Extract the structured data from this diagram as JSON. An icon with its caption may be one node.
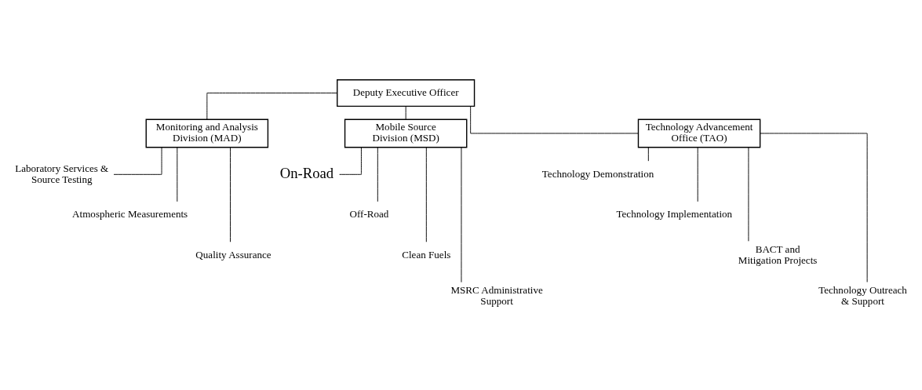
{
  "diagram": {
    "nodes": [
      {
        "text": [
          "Deputy Executive Officer"
        ]
      },
      {
        "text": [
          "Monitoring and Analysis Division (MAD)"
        ]
      },
      {
        "text": [
          "Mobile Source Division (MSD)"
        ]
      },
      {
        "text": [
          "Technology Advancement Office (TAO)"
        ]
      },
      {
        "text": [
          "Laboratory Services & Source Testing"
        ]
      },
      {
        "text": [
          "Atmospheric Measurements"
        ]
      },
      {
        "text": [
          "Quality Assurance"
        ]
      },
      {
        "text": [
          "On-Road"
        ]
      },
      {
        "text": [
          "Off-Road"
        ]
      },
      {
        "text": [
          "Clean Fuels"
        ]
      },
      {
        "text": [
          "MSRC Administrative Support"
        ]
      },
      {
        "text": [
          "Technology Demonstration"
        ]
      },
      {
        "text": [
          "Technology Implementation"
        ]
      },
      {
        "text": [
          "BACT and Mitigation Projects"
        ]
      },
      {
        "text": [
          "Technology Outreach & Support"
        ]
      }
    ],
    "edges": [
      {
        "from": 0,
        "to": 1,
        "arrow": "none"
      },
      {
        "from": 0,
        "to": 2,
        "arrow": "none"
      },
      {
        "from": 0,
        "to": 3,
        "arrow": "none"
      },
      {
        "from": 1,
        "to": 4,
        "arrow": "none"
      },
      {
        "from": 1,
        "to": 5,
        "arrow": "none"
      },
      {
        "from": 1,
        "to": 6,
        "arrow": "none"
      },
      {
        "from": 2,
        "to": 7,
        "arrow": "none"
      },
      {
        "from": 2,
        "to": 8,
        "arrow": "none"
      },
      {
        "from": 2,
        "to": 9,
        "arrow": "none"
      },
      {
        "from": 2,
        "to": 10,
        "arrow": "none"
      },
      {
        "from": 3,
        "to": 11,
        "arrow": "none"
      },
      {
        "from": 3,
        "to": 12,
        "arrow": "none"
      },
      {
        "from": 3,
        "to": 13,
        "arrow": "none"
      },
      {
        "from": 3,
        "to": 14,
        "arrow": "none"
      }
    ]
  }
}
